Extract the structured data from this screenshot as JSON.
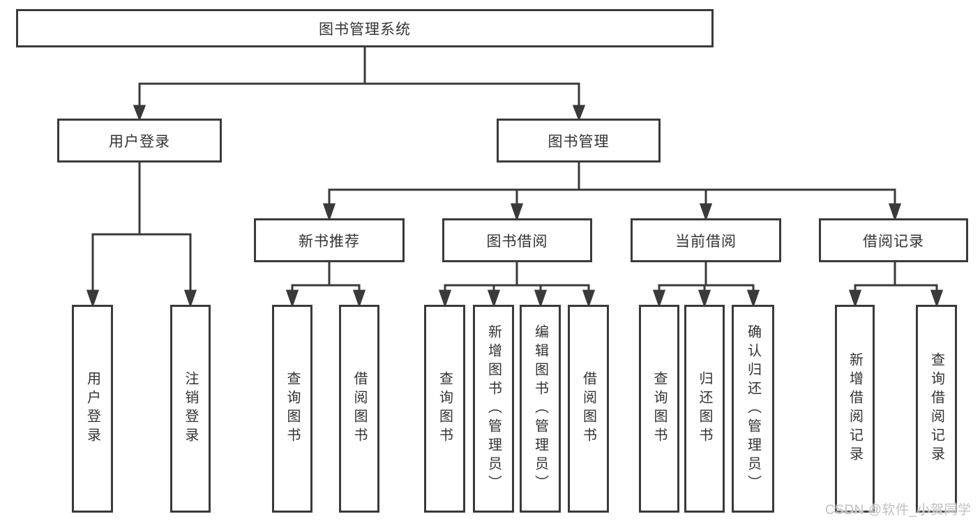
{
  "diagram": {
    "tree": {
      "label": "图书管理系统",
      "children": [
        {
          "label": "用户登录",
          "children": [
            {
              "label": "用户登录"
            },
            {
              "label": "注销登录"
            }
          ]
        },
        {
          "label": "图书管理",
          "children": [
            {
              "label": "新书推荐",
              "children": [
                {
                  "label": "查询图书"
                },
                {
                  "label": "借阅图书"
                }
              ]
            },
            {
              "label": "图书借阅",
              "children": [
                {
                  "label": "查询图书"
                },
                {
                  "label": "新增图书（管理员）"
                },
                {
                  "label": "编辑图书（管理员）"
                },
                {
                  "label": "借阅图书"
                }
              ]
            },
            {
              "label": "当前借阅",
              "children": [
                {
                  "label": "查询图书"
                },
                {
                  "label": "归还图书"
                },
                {
                  "label": "确认归还（管理员）"
                }
              ]
            },
            {
              "label": "借阅记录",
              "children": [
                {
                  "label": "新增借阅记录"
                },
                {
                  "label": "查询借阅记录"
                }
              ]
            }
          ]
        }
      ]
    },
    "colors": {
      "line": "#3a3a3a",
      "text": "#333333",
      "background": "#ffffff",
      "watermark": "#c0c0c0"
    }
  },
  "watermark": {
    "text": "CSDN @软件_小贺同学"
  }
}
